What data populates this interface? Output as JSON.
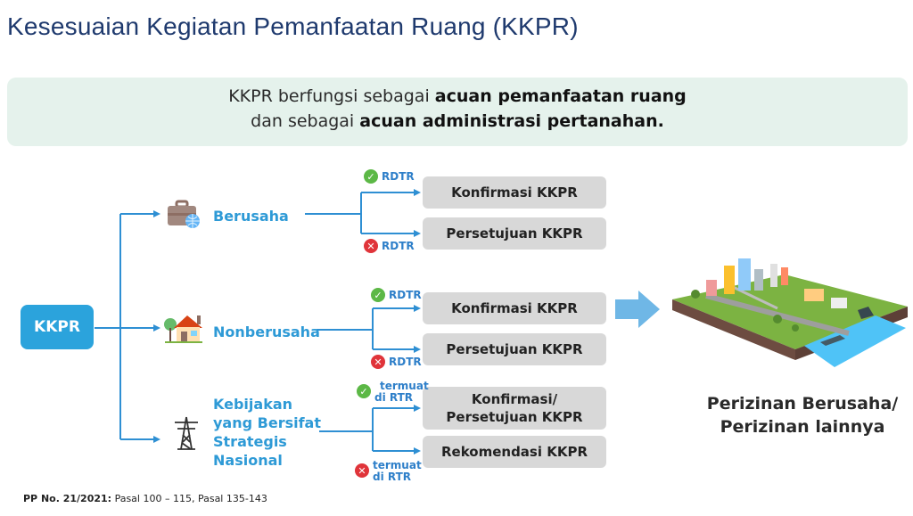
{
  "title": "Kesesuaian Kegiatan Pemanfaatan Ruang (KKPR)",
  "banner": {
    "line1_pre": "KKPR berfungsi sebagai ",
    "line1_bold": "acuan pemanfaatan ruang",
    "line2_pre": "dan sebagai ",
    "line2_bold": "acuan administrasi pertanahan."
  },
  "root": {
    "label": "KKPR"
  },
  "categories": [
    {
      "label": "Berusaha",
      "icon": "briefcase-icon",
      "boxes": [
        "Konfirmasi KKPR",
        "Persetujuan KKPR"
      ],
      "tags": [
        {
          "text": "RDTR",
          "status": "check"
        },
        {
          "text": "RDTR",
          "status": "cross"
        }
      ]
    },
    {
      "label": "Nonberusaha",
      "icon": "house-icon",
      "boxes": [
        "Konfirmasi KKPR",
        "Persetujuan KKPR"
      ],
      "tags": [
        {
          "text": "RDTR",
          "status": "check"
        },
        {
          "text": "RDTR",
          "status": "cross"
        }
      ]
    },
    {
      "label_lines": [
        "Kebijakan",
        "yang Bersifat",
        "Strategis",
        "Nasional"
      ],
      "icon": "transmission-tower-icon",
      "boxes": [
        [
          "Konfirmasi/",
          "Persetujuan KKPR"
        ],
        "Rekomendasi KKPR"
      ],
      "tags": [
        {
          "lines": [
            "termuat",
            "di RTR"
          ],
          "status": "check"
        },
        {
          "lines": [
            "termuat",
            "di RTR"
          ],
          "status": "cross"
        }
      ]
    }
  ],
  "result": {
    "lines": [
      "Perizinan Berusaha/",
      "Perizinan lainnya"
    ],
    "image": "city-port-illustration"
  },
  "footnote": {
    "bold": "PP No. 21/2021:",
    "text": " Pasal 100 – 115, Pasal 135-143"
  },
  "colors": {
    "accent": "#2ba3dc",
    "line": "#2e8fd3",
    "banner_bg": "#e5f2ec",
    "box_bg": "#d8d8d8",
    "title": "#1f3a6e",
    "check": "#5cb846",
    "cross": "#e0343a"
  },
  "status_glyphs": {
    "check": "✓",
    "cross": "✕"
  }
}
